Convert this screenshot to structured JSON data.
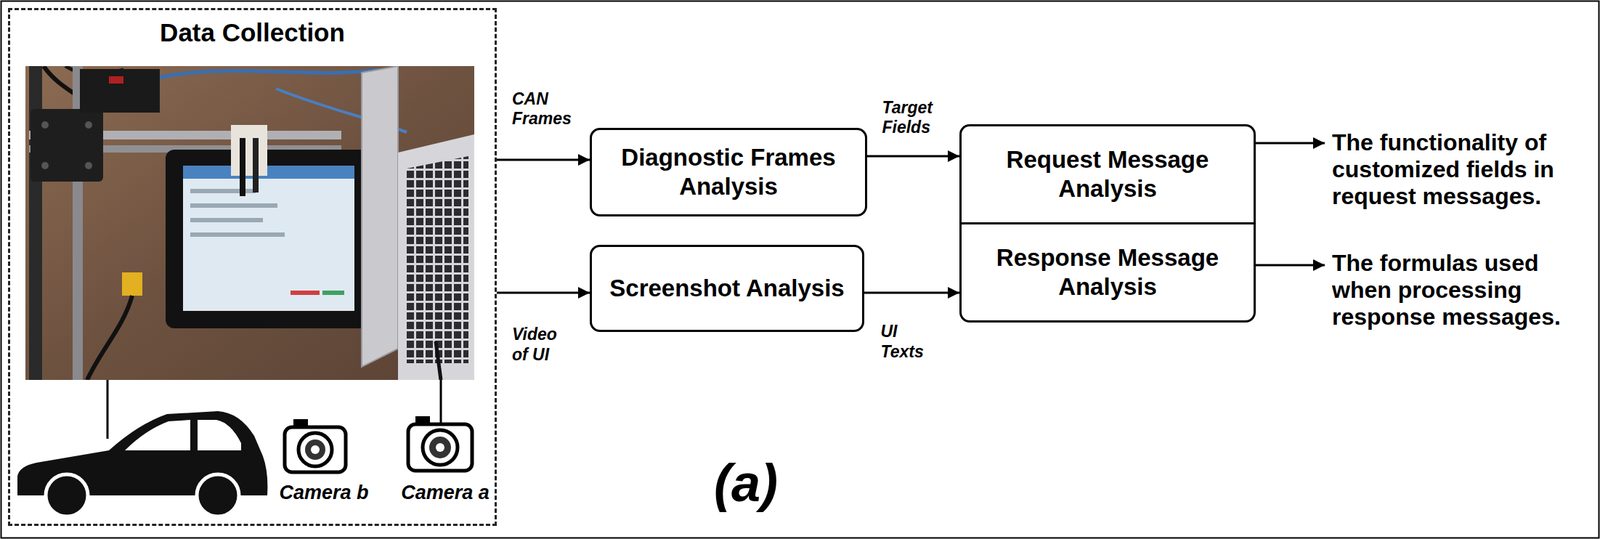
{
  "diagram": {
    "nodes": [
      {
        "text": [
          "Data Collection"
        ]
      },
      {
        "text": [
          "Diagnostic Frames Analysis"
        ]
      },
      {
        "text": [
          "Screenshot Analysis"
        ]
      },
      {
        "text": [
          "Request Message Analysis"
        ]
      },
      {
        "text": [
          "Response Message Analysis"
        ]
      },
      {
        "text": [
          "The functionality of customized fields in request messages."
        ]
      },
      {
        "text": [
          "The formulas used when processing response messages."
        ]
      }
    ],
    "edges": [
      {
        "from": 0,
        "to": 1,
        "arrow": "to",
        "label": "CAN Frames"
      },
      {
        "from": 0,
        "to": 2,
        "arrow": "to",
        "label": "Video of UI"
      },
      {
        "from": 1,
        "to": 3,
        "arrow": "to",
        "label": "Target Fields"
      },
      {
        "from": 2,
        "to": 4,
        "arrow": "to",
        "label": "UI Texts"
      },
      {
        "from": 3,
        "to": 5,
        "arrow": "to"
      },
      {
        "from": 4,
        "to": 6,
        "arrow": "to"
      }
    ],
    "labels": [
      "Camera b",
      "Camera a",
      "(a)"
    ]
  }
}
